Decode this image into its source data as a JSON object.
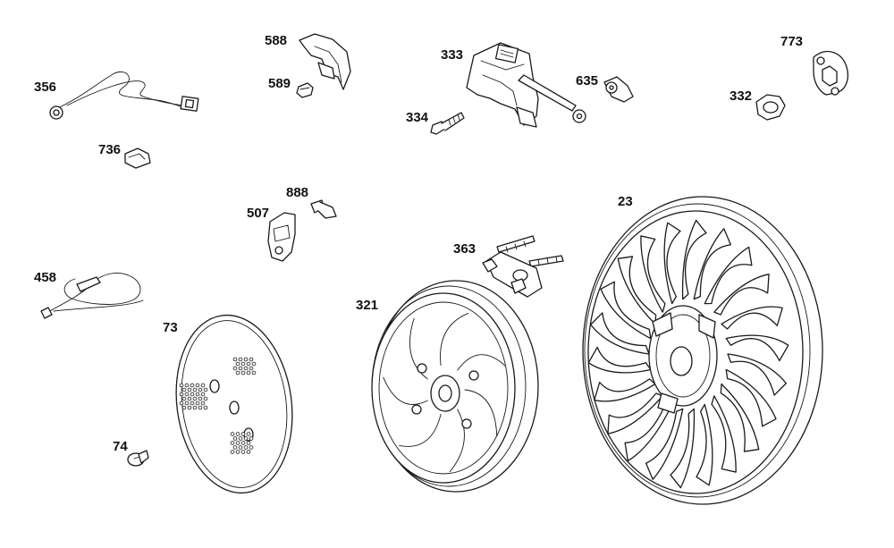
{
  "parts": [
    {
      "id": "p356",
      "label": "356"
    },
    {
      "id": "p736",
      "label": "736"
    },
    {
      "id": "p588",
      "label": "588"
    },
    {
      "id": "p589",
      "label": "589"
    },
    {
      "id": "p333",
      "label": "333"
    },
    {
      "id": "p334",
      "label": "334"
    },
    {
      "id": "p635",
      "label": "635"
    },
    {
      "id": "p332",
      "label": "332"
    },
    {
      "id": "p773",
      "label": "773"
    },
    {
      "id": "p888",
      "label": "888"
    },
    {
      "id": "p507",
      "label": "507"
    },
    {
      "id": "p23",
      "label": "23"
    },
    {
      "id": "p363",
      "label": "363"
    },
    {
      "id": "p458",
      "label": "458"
    },
    {
      "id": "p73",
      "label": "73"
    },
    {
      "id": "p321",
      "label": "321"
    },
    {
      "id": "p74",
      "label": "74"
    }
  ]
}
